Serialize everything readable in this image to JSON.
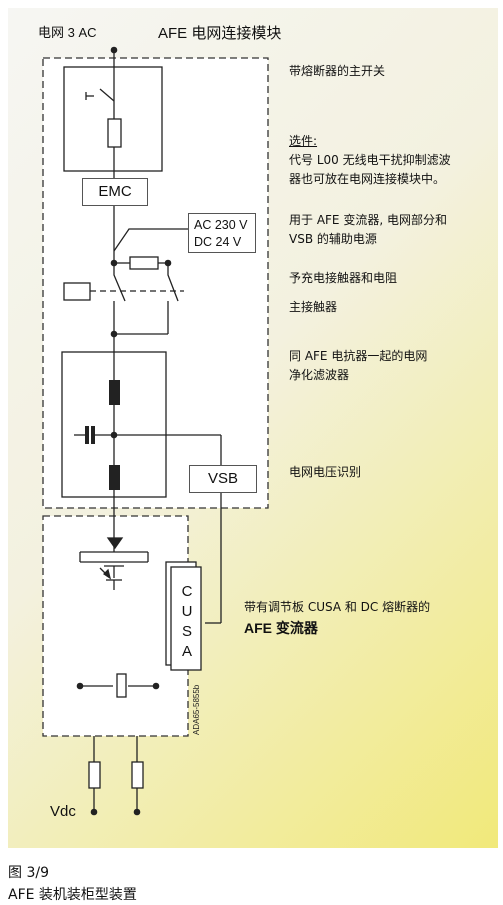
{
  "header": {
    "grid_label": "电网 3 AC",
    "module_title": "AFE 电网连接模块"
  },
  "boxes": {
    "emc": "EMC",
    "aux_voltage_line1": "AC 230 V",
    "aux_voltage_line2": "DC 24 V",
    "vsb": "VSB",
    "cusa_letters": [
      "C",
      "U",
      "S",
      "A"
    ],
    "dc_label": "Vdc",
    "code": "ADA65-5855b"
  },
  "annotations": {
    "fuse_switch": "带熔断器的主开关",
    "option_title": "选件:",
    "option_line1": "代号 L00 无线电干扰抑制滤波",
    "option_line2": "器也可放在电网连接模块中。",
    "aux_line1": "用于 AFE 变流器, 电网部分和",
    "aux_line2": "VSB 的辅助电源",
    "precharge": "予充电接触器和电阻",
    "main_contactor": "主接触器",
    "filter_line1": "同 AFE 电抗器一起的电网",
    "filter_line2": "净化滤波器",
    "voltage_detect": "电网电压识别",
    "converter_line1": "带有调节板 CUSA 和 DC 熔断器的",
    "converter_line2": "AFE 变流器"
  },
  "caption": {
    "figure_number": "图 3/9",
    "figure_title": "AFE 装机装柜型装置"
  }
}
